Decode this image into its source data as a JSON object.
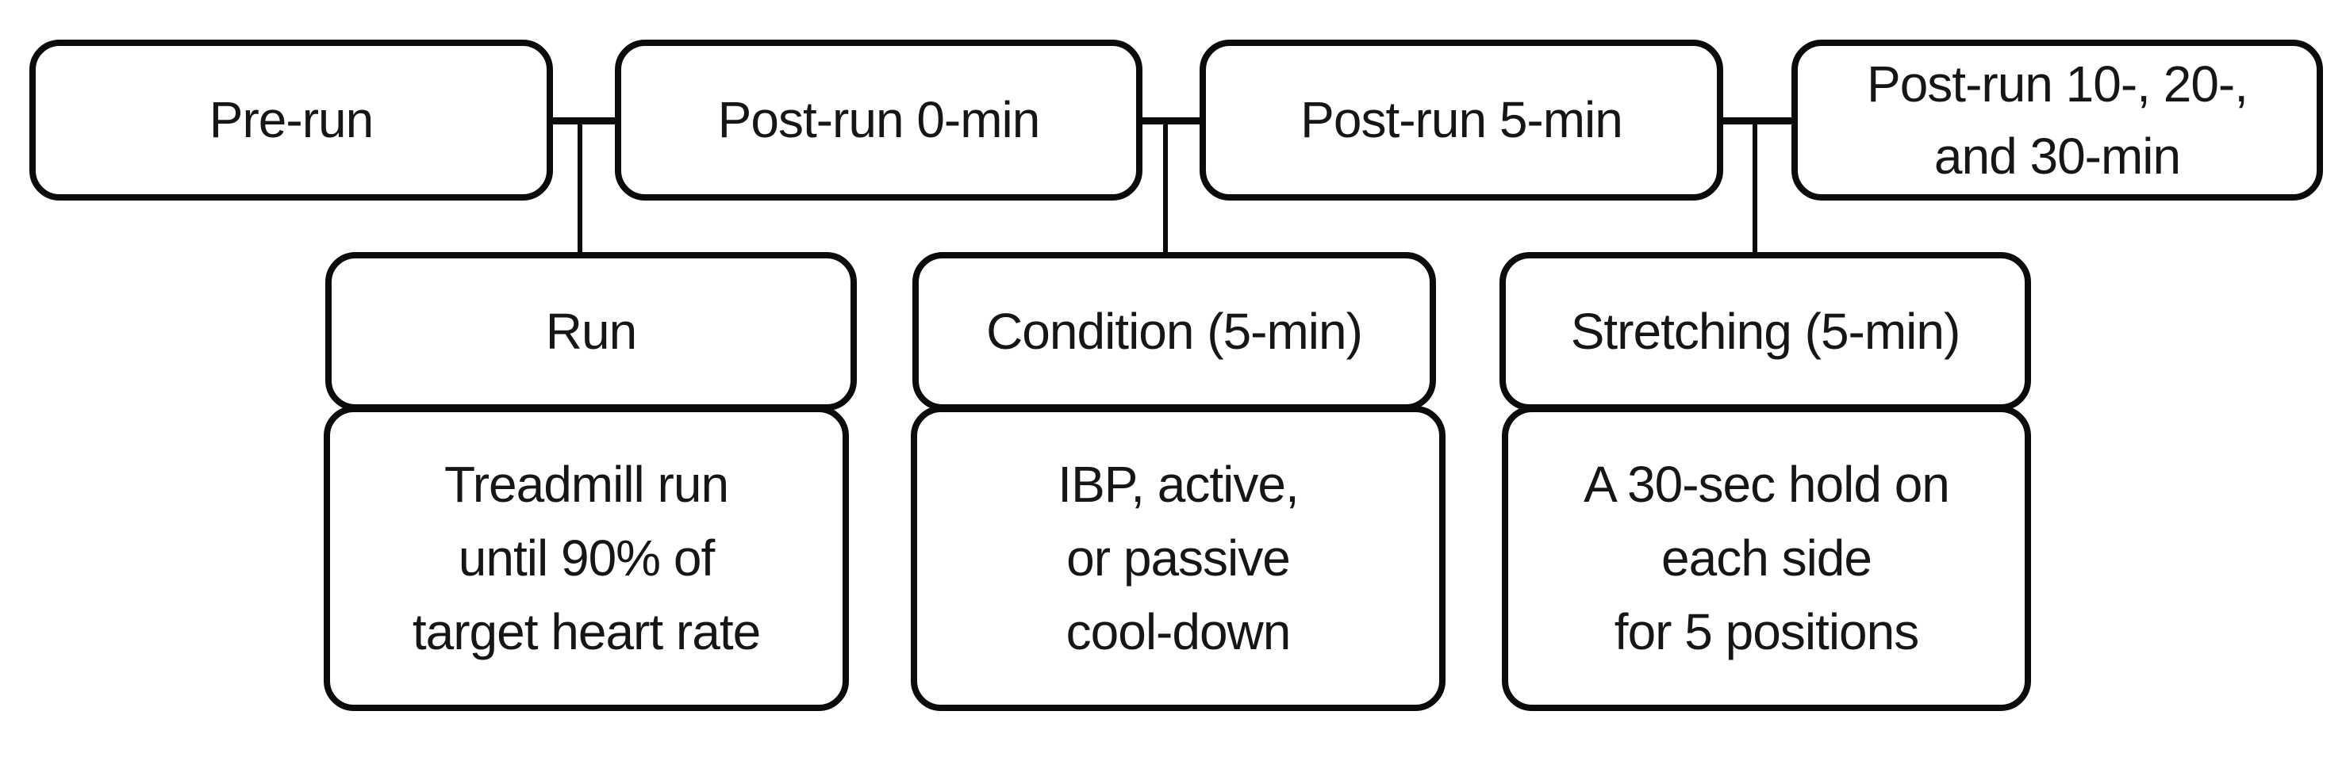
{
  "colors": {
    "line": "#0b0b0b",
    "background": "#ffffff",
    "text": "#161616"
  },
  "timeline": [
    {
      "label": "Pre-run"
    },
    {
      "label": "Post-run 0-min"
    },
    {
      "label": "Post-run 5-min"
    },
    {
      "label": "Post-run 10-, 20-,\nand 30-min"
    }
  ],
  "activities": [
    {
      "label": "Run",
      "detail": "Treadmill run\nuntil 90% of\ntarget heart rate"
    },
    {
      "label": "Condition (5-min)",
      "detail": "IBP, active,\nor passive\ncool-down"
    },
    {
      "label": "Stretching (5-min)",
      "detail": "A 30-sec hold on\neach side\nfor 5 positions"
    }
  ]
}
